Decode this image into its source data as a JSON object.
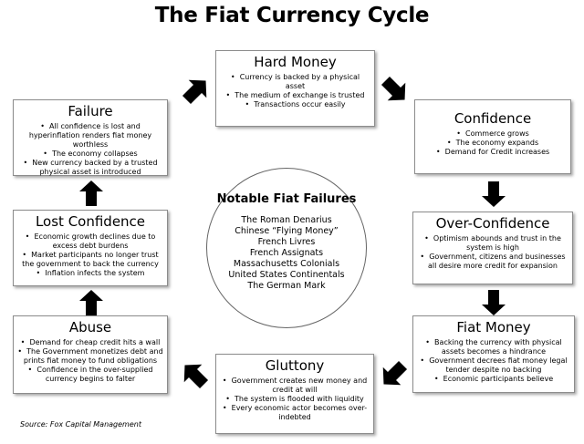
{
  "title": "The Fiat Currency Cycle",
  "stages": {
    "hard_money": {
      "title": "Hard Money",
      "bullets": [
        "Currency is backed by a physical asset",
        "The medium of exchange is trusted",
        "Transactions occur easily"
      ]
    },
    "confidence": {
      "title": "Confidence",
      "bullets": [
        "Commerce grows",
        "The economy expands",
        "Demand for Credit increases"
      ]
    },
    "over_confidence": {
      "title": "Over-Confidence",
      "bullets": [
        "Optimism abounds and trust in the system is high",
        "Government, citizens and businesses all desire more credit for expansion"
      ]
    },
    "fiat_money": {
      "title": "Fiat Money",
      "bullets": [
        "Backing the currency with physical assets becomes a hindrance",
        "Government decrees fiat money legal tender despite no backing",
        "Economic participants believe"
      ]
    },
    "gluttony": {
      "title": "Gluttony",
      "bullets": [
        "Government creates new money and credit at will",
        "The system is flooded with liquidity",
        "Every economic actor becomes over-indebted"
      ]
    },
    "abuse": {
      "title": "Abuse",
      "bullets": [
        "Demand for cheap credit hits a wall",
        "The Government monetizes debt and prints fiat money to fund obligations",
        "Confidence in the over-supplied currency begins to falter"
      ]
    },
    "lost_confidence": {
      "title": "Lost Confidence",
      "bullets": [
        "Economic growth declines due to excess debt burdens",
        "Market participants no longer trust the government to back the currency",
        "Inflation infects the system"
      ]
    },
    "failure": {
      "title": "Failure",
      "bullets": [
        "All confidence is lost and hyperinflation renders fiat money worthless",
        "The economy collapses",
        "New currency backed by a trusted physical asset is introduced"
      ]
    }
  },
  "notable": {
    "heading": "Notable Fiat Failures",
    "items": [
      "The Roman Denarius",
      "Chinese “Flying Money”",
      "French Livres",
      "French Assignats",
      "Massachusetts Colonials",
      "United States Continentals",
      "The German Mark"
    ]
  },
  "source": "Source: Fox Capital Management",
  "colors": {
    "arrow": "#000000",
    "border": "#8c8c8c"
  }
}
